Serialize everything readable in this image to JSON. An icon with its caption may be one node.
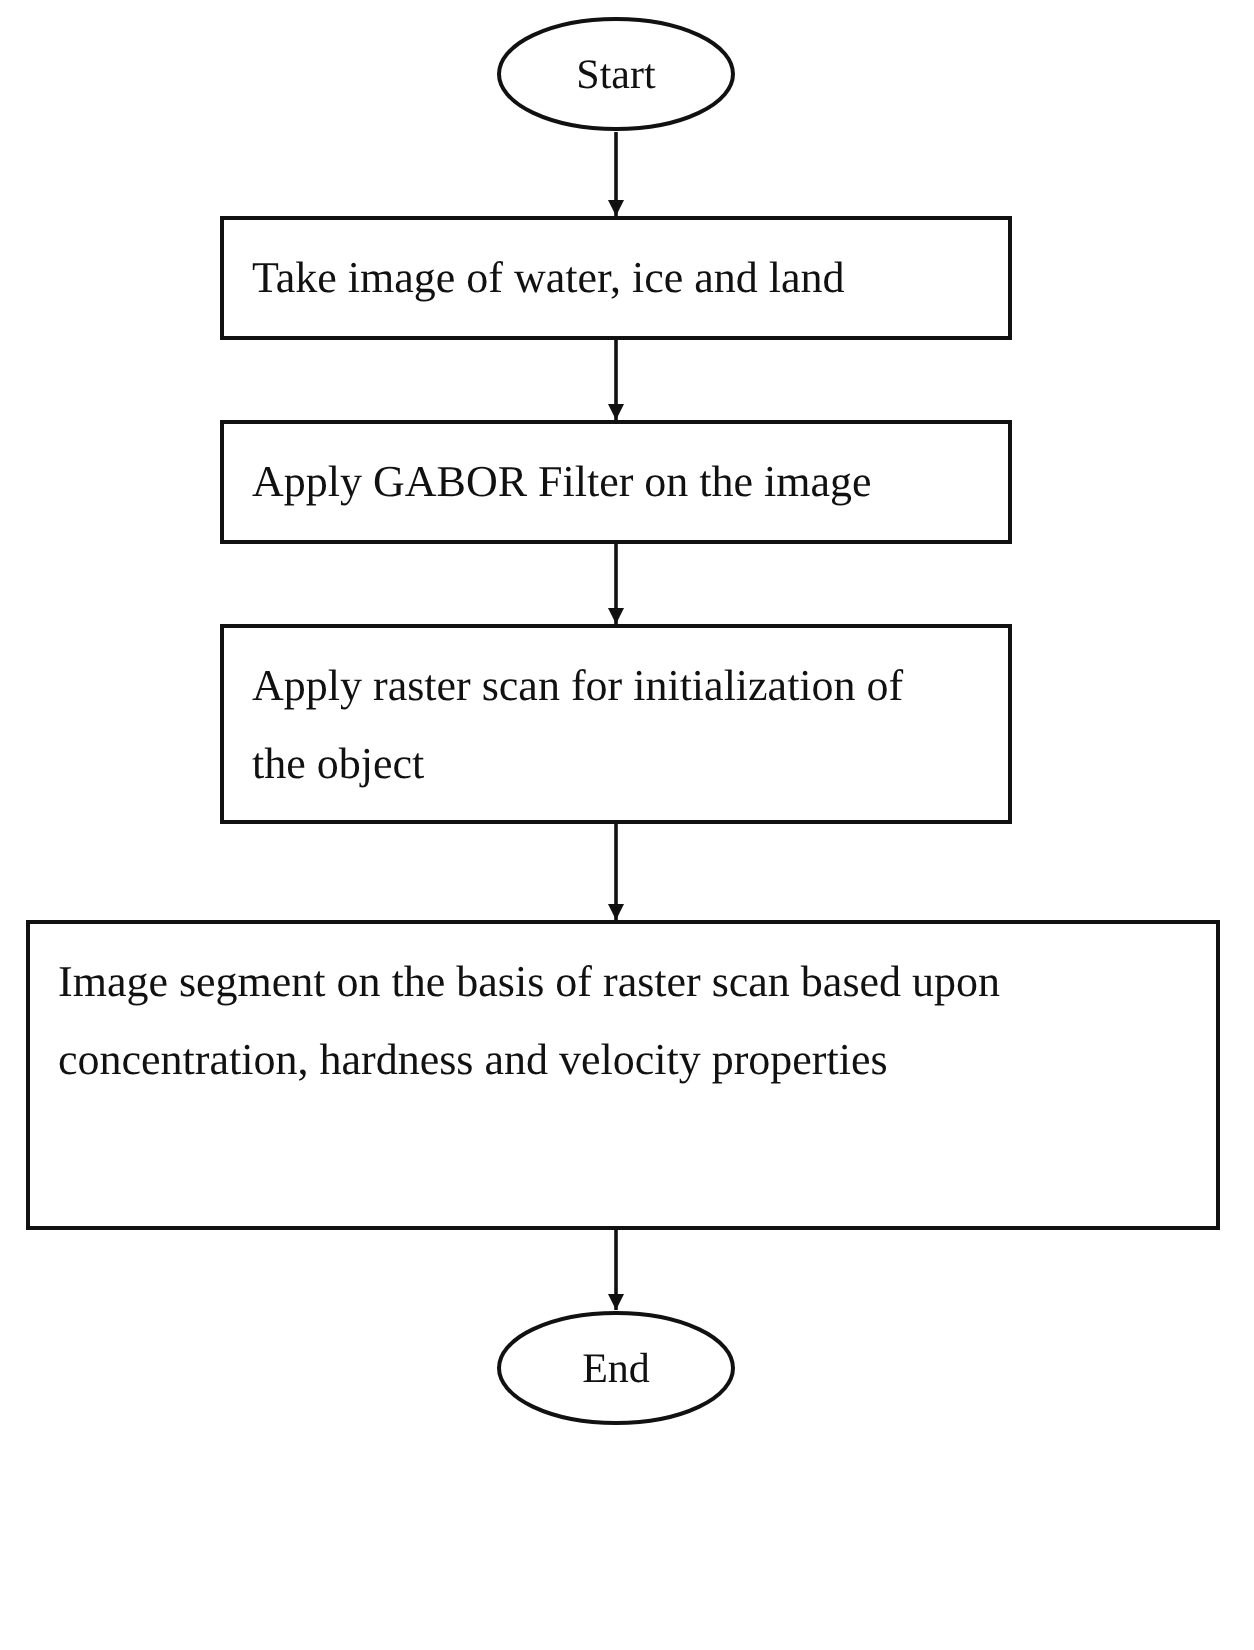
{
  "diagram": {
    "nodes": [
      {
        "text": [
          "Start"
        ]
      },
      {
        "text": [
          "Take image of water, ice and land"
        ]
      },
      {
        "text": [
          "Apply GABOR Filter on the image"
        ]
      },
      {
        "text": [
          "Apply raster scan for initialization of the object"
        ]
      },
      {
        "text": [
          "Image segment on the basis of raster scan based upon concentration, hardness and velocity properties"
        ]
      },
      {
        "text": [
          "End"
        ]
      }
    ],
    "edges": [
      {
        "from": 0,
        "to": 1,
        "arrow": "to"
      },
      {
        "from": 1,
        "to": 2,
        "arrow": "to"
      },
      {
        "from": 2,
        "to": 3,
        "arrow": "to"
      },
      {
        "from": 3,
        "to": 4,
        "arrow": "to"
      },
      {
        "from": 4,
        "to": 5,
        "arrow": "to"
      }
    ]
  }
}
